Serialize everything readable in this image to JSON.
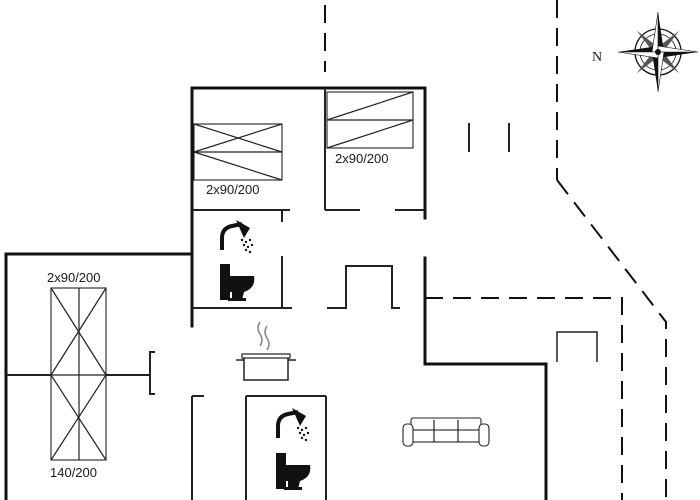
{
  "compass": {
    "north_label": "N",
    "icon": "compass-rose-icon"
  },
  "bedrooms": {
    "bedroom_top_left_label": "2x90/200",
    "bedroom_top_right_label": "2x90/200",
    "bedroom_left_top_label": "2x90/200",
    "bedroom_left_bottom_label": "140/200"
  },
  "fixtures": {
    "bathroom_top": [
      "shower-icon",
      "toilet-icon"
    ],
    "bathroom_bottom": [
      "shower-icon",
      "toilet-icon"
    ],
    "kitchen": "cooking-pot-icon",
    "living_room": "sofa-icon"
  },
  "colors": {
    "line": "#111111",
    "background": "#ffffff"
  }
}
